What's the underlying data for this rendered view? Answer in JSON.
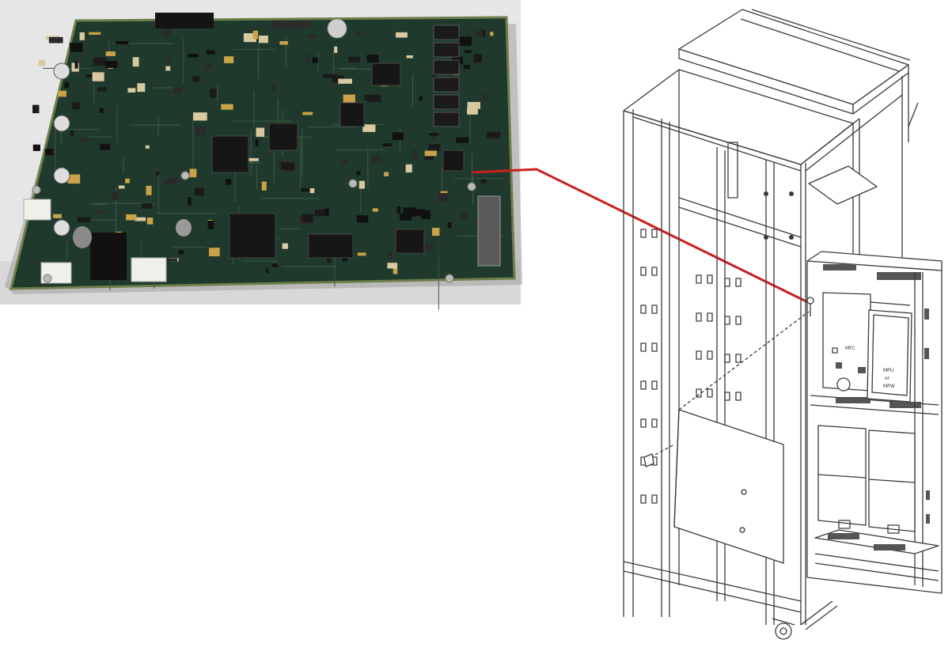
{
  "photo": {
    "board_color": "#1f3a2c",
    "board_edge_color": "#6e7e4a",
    "table_color": "#e6e6e6"
  },
  "callout": {
    "line_color": "#cc1f1f"
  },
  "drawing": {
    "stroke_color": "#3a3a3a",
    "labels": {
      "mfc": "MFC",
      "mpu": "MPU",
      "or": "or",
      "mpw": "MPW"
    }
  }
}
